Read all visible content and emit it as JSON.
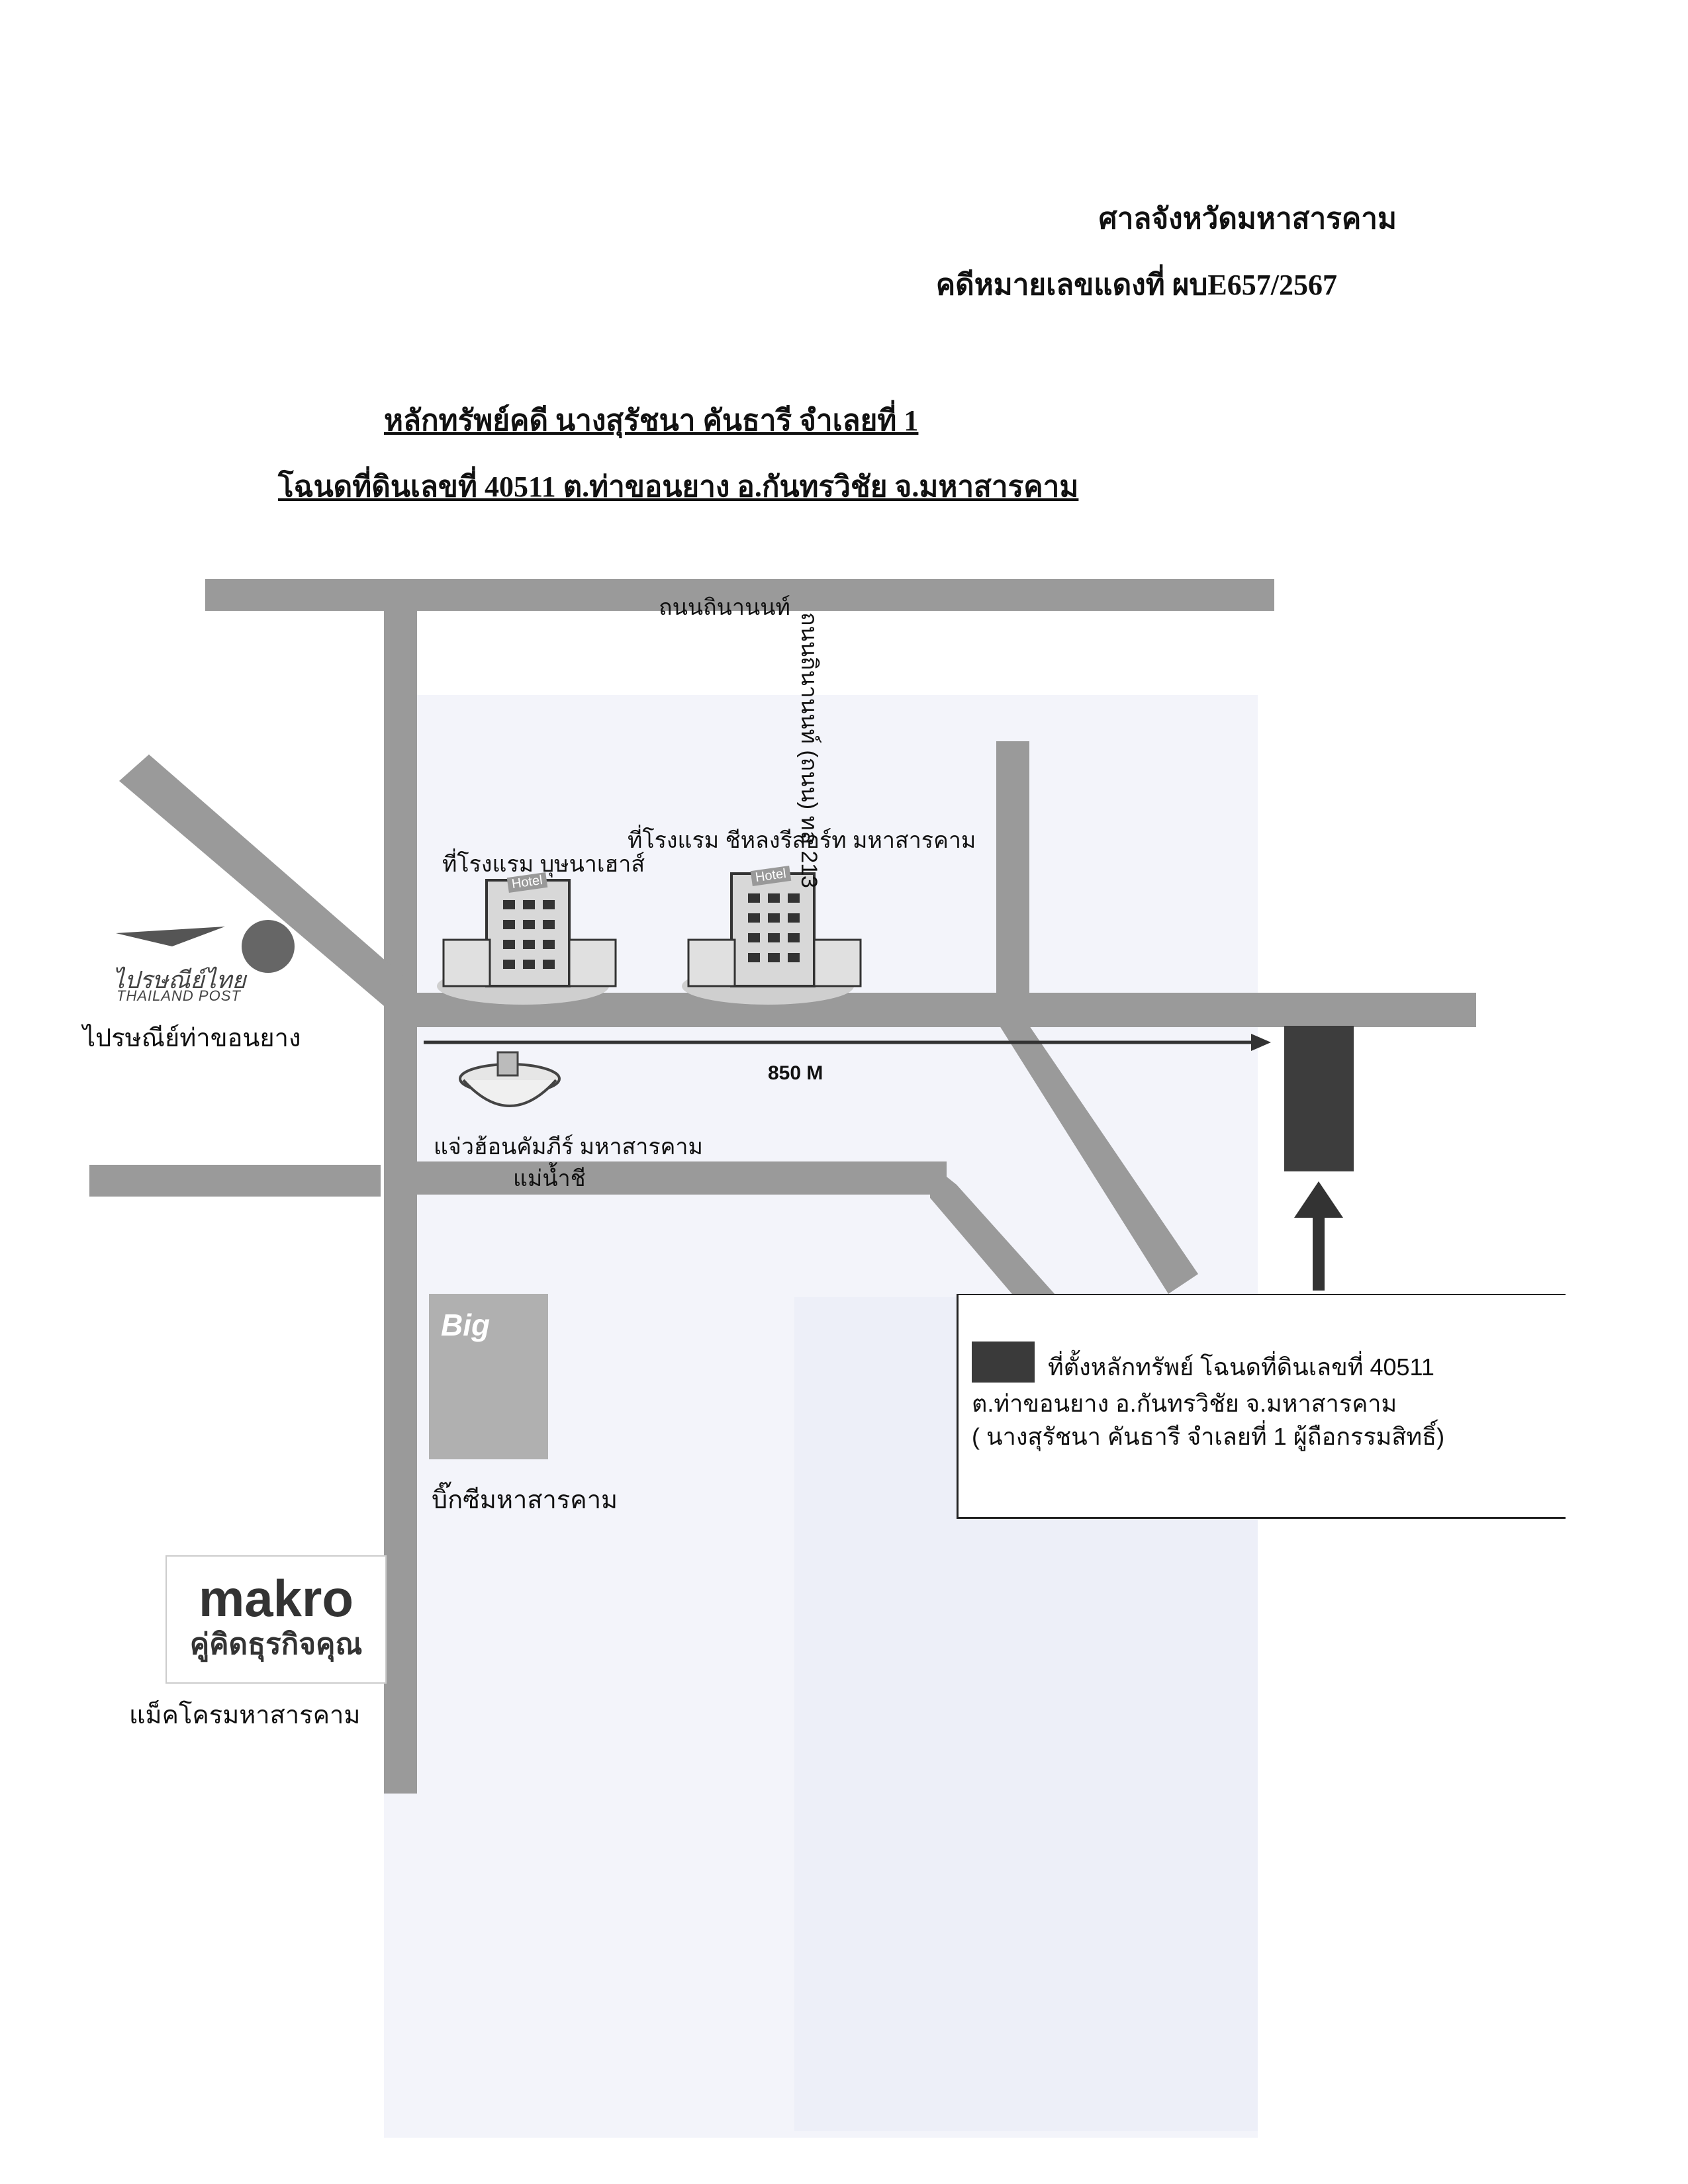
{
  "header": {
    "court": "ศาลจังหวัดมหาสารคาม",
    "case_number": "คดีหมายเลขแดงที่ ผบE657/2567",
    "title_line1": "หลักทรัพย์คดี นางสุรัชนา คันธารี จำเลยที่ 1",
    "title_line2": "โฉนดที่ดินเลขที่ 40511 ต.ท่าขอนยาง อ.กันทรวิชัย จ.มหาสารคาม"
  },
  "map": {
    "road_top": "ถนนถินานนท์",
    "road_vertical": "ถนนถินานนท์ (ถนน) ทล 213",
    "road_bottom": "แม่น้ำชี",
    "distance": "850 M",
    "places": {
      "hotel1": "ที่โรงแรม บุษนาเฮาส์",
      "hotel2": "ที่โรงแรม ชีหลงรีสอร์ท มหาสารคาม",
      "post_office": "ไปรษณีย์ท่าขอนยาง",
      "restaurant": "แจ่วฮ้อนคัมภีร์ มหาสารคาม",
      "bigc": "บิ๊กซีมหาสารคาม",
      "makro": "แม็คโครมหาสารคาม"
    },
    "logos": {
      "post_text": "ไปรษณีย์ไทย",
      "post_sub": "THAILAND POST",
      "bigc_text": "Big",
      "makro_brand": "makro",
      "makro_slogan": "คู่คิดธุรกิจคุณ",
      "hotel_sign": "Hotel"
    },
    "colors": {
      "road": "#9a9a9a",
      "marker": "#3d3d3d"
    }
  },
  "legend": {
    "line1": "ที่ตั้งหลักทรัพย์ โฉนดที่ดินเลขที่ 40511",
    "line2": "ต.ท่าขอนยาง อ.กันทรวิชัย  จ.มหาสารคาม",
    "line3": "( นางสุรัชนา  คันธารี จำเลยที่ 1 ผู้ถือกรรมสิทธิ์)"
  }
}
